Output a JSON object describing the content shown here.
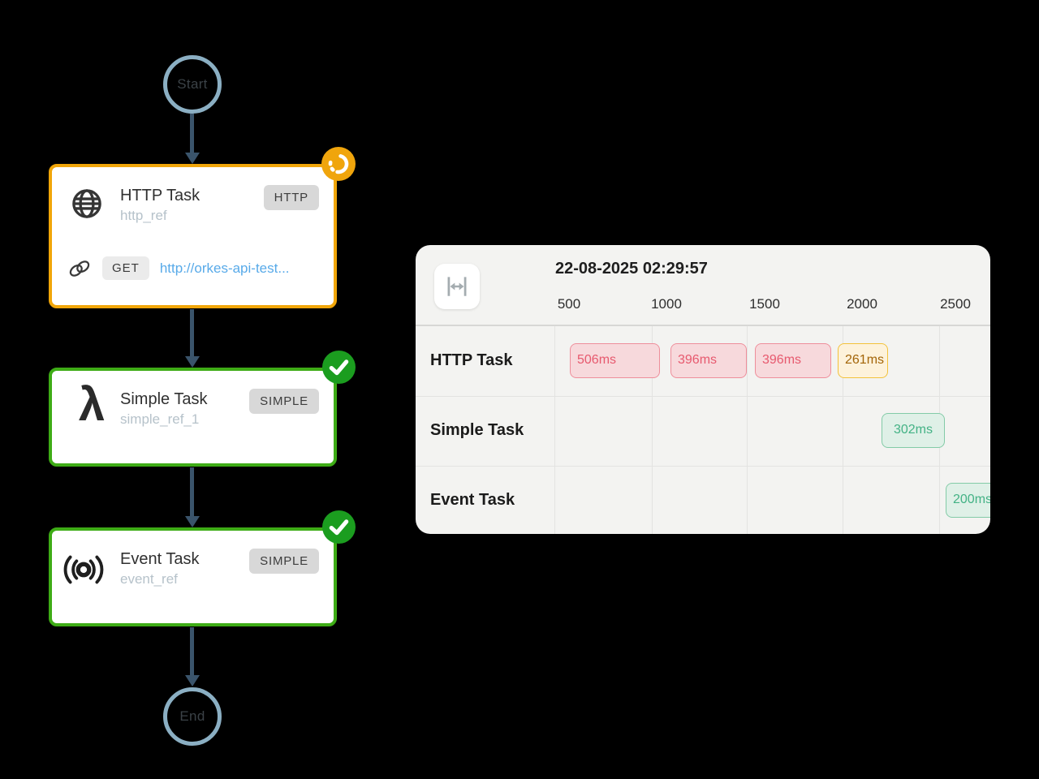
{
  "workflow": {
    "start_label": "Start",
    "end_label": "End",
    "nodes": [
      {
        "title": "HTTP Task",
        "ref": "http_ref",
        "type_badge": "HTTP",
        "status": "in-progress",
        "icon": "globe-icon",
        "method_badge": "GET",
        "url": "http://orkes-api-test...",
        "border_color": "#F1A609"
      },
      {
        "title": "Simple Task",
        "ref": "simple_ref_1",
        "type_badge": "SIMPLE",
        "status": "completed",
        "icon": "lambda-icon",
        "border_color": "#3EAC16"
      },
      {
        "title": "Event Task",
        "ref": "event_ref",
        "type_badge": "SIMPLE",
        "status": "completed",
        "icon": "broadcast-icon",
        "border_color": "#3EAC16"
      }
    ],
    "lambda_glyph": "λ"
  },
  "timeline": {
    "title": "22-08-2025 02:29:57",
    "toolbar_icon": "fit-width-icon",
    "axis_unit": "ms",
    "ticks": [
      "500",
      "1000",
      "1500",
      "2000",
      "2500"
    ],
    "rows": [
      {
        "label": "HTTP Task",
        "bars": [
          {
            "label": "506ms",
            "duration_ms": 506,
            "status": "failed"
          },
          {
            "label": "396ms",
            "duration_ms": 396,
            "status": "failed"
          },
          {
            "label": "396ms",
            "duration_ms": 396,
            "status": "failed"
          },
          {
            "label": "261ms",
            "duration_ms": 261,
            "status": "in-progress"
          }
        ]
      },
      {
        "label": "Simple Task",
        "bars": [
          {
            "label": "302ms",
            "duration_ms": 302,
            "status": "completed"
          }
        ]
      },
      {
        "label": "Event Task",
        "bars": [
          {
            "label": "200ms",
            "duration_ms": 200,
            "status": "completed"
          }
        ]
      }
    ]
  },
  "colors": {
    "canvas_bg": "#000000",
    "in_progress_accent": "#F0A50C",
    "completed_accent": "#1B9D1F",
    "node_green_border": "#3EAC16",
    "node_orange_border": "#F1A609",
    "arrow": "#3A546B",
    "terminal_ring": "#8BAFC3",
    "url_link": "#58AAE9",
    "panel_bg": "#F3F3F1",
    "bar_failed_border": "#EE8E9B",
    "bar_in_progress_border": "#F3C23B",
    "bar_completed_border": "#83CBA7"
  }
}
